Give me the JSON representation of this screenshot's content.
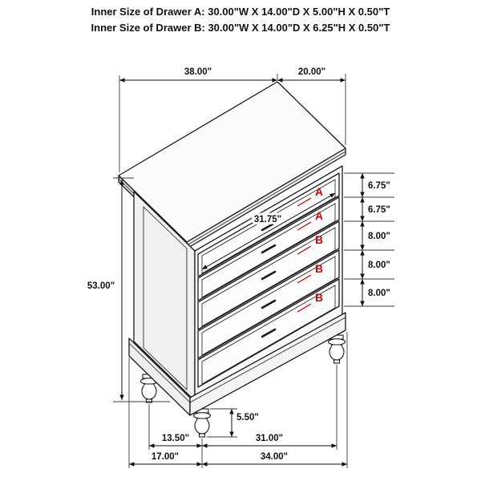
{
  "header": {
    "line1": "Inner Size of Drawer A: 30.00\"W X 14.00\"D X 5.00\"H X 0.50\"T",
    "line2": "Inner Size of Drawer B: 30.00\"W X 14.00\"D X 6.25\"H X 0.50\"T"
  },
  "drawers": [
    {
      "label": "A",
      "height": "6.75\""
    },
    {
      "label": "A",
      "height": "6.75\""
    },
    {
      "label": "B",
      "height": "8.00\""
    },
    {
      "label": "B",
      "height": "8.00\""
    },
    {
      "label": "B",
      "height": "8.00\""
    }
  ],
  "dims": {
    "top_width": "38.00\"",
    "top_depth": "20.00\"",
    "overall_height": "53.00\"",
    "inner_drawer_width": "31.75\"",
    "leg_height": "5.50\"",
    "foot_spacing_depth": "13.50\"",
    "foot_spacing_width": "31.00\"",
    "base_depth": "17.00\"",
    "base_width": "34.00\""
  },
  "colors": {
    "line": "#111111",
    "annotation_red": "#cc0000",
    "background": "#ffffff"
  }
}
